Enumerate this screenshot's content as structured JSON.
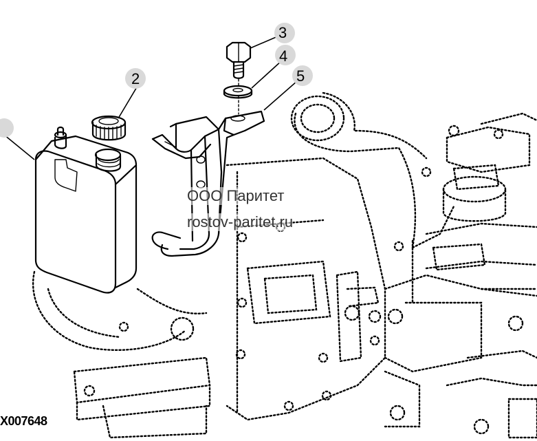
{
  "callouts": [
    {
      "label": "2"
    },
    {
      "label": "3"
    },
    {
      "label": "4"
    },
    {
      "label": "5"
    },
    {
      "label": ""
    }
  ],
  "watermark": {
    "line1": "ООО Паритет",
    "line2": "rostov-paritet.ru"
  },
  "figure_id": "X007648"
}
